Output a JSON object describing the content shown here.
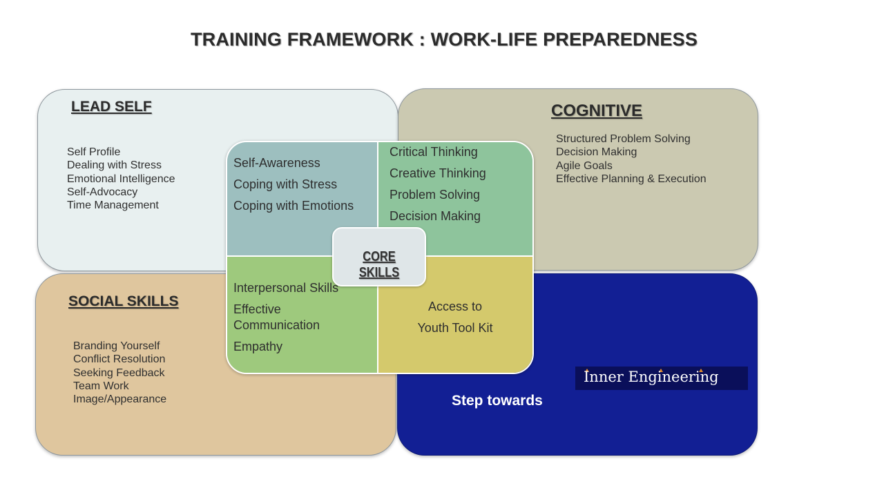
{
  "title": "TRAINING FRAMEWORK : WORK-LIFE PREPAREDNESS",
  "colors": {
    "lead_self_bg": "#e8f0f0",
    "cognitive_bg": "#cbc9b1",
    "social_bg": "#dfc69e",
    "step_bg": "#121f94",
    "self_awareness_cell": "#9dbfbf",
    "critical_thinking_cell": "#8ec49c",
    "interpersonal_cell": "#9ec97d",
    "toolkit_cell": "#d4c96c",
    "core_badge": "#dfe6e8"
  },
  "lead_self": {
    "heading": "LEAD SELF",
    "items": [
      "Self Profile",
      "Dealing with Stress",
      "Emotional Intelligence",
      "Self-Advocacy",
      "Time Management"
    ]
  },
  "cognitive": {
    "heading": "COGNITIVE",
    "items": [
      "Structured Problem Solving",
      "Decision Making",
      "Agile Goals",
      "Effective Planning & Execution"
    ]
  },
  "social_skills": {
    "heading": "SOCIAL SKILLS",
    "items": [
      "Branding Yourself",
      "Conflict Resolution",
      "Seeking Feedback",
      "Team Work",
      "Image/Appearance"
    ]
  },
  "step": {
    "text": "Step towards",
    "logo_text": "Inner Engineering"
  },
  "core": {
    "label": "CORE SKILLS",
    "top_left": [
      "Self-Awareness",
      "Coping with Stress",
      "Coping with Emotions"
    ],
    "top_right": [
      "Critical Thinking",
      "Creative Thinking",
      "Problem Solving",
      "Decision Making"
    ],
    "bottom_left": [
      "Interpersonal Skills",
      "Effective\nCommunication",
      "Empathy"
    ],
    "bottom_right": [
      "Access to",
      "Youth Tool Kit"
    ]
  }
}
